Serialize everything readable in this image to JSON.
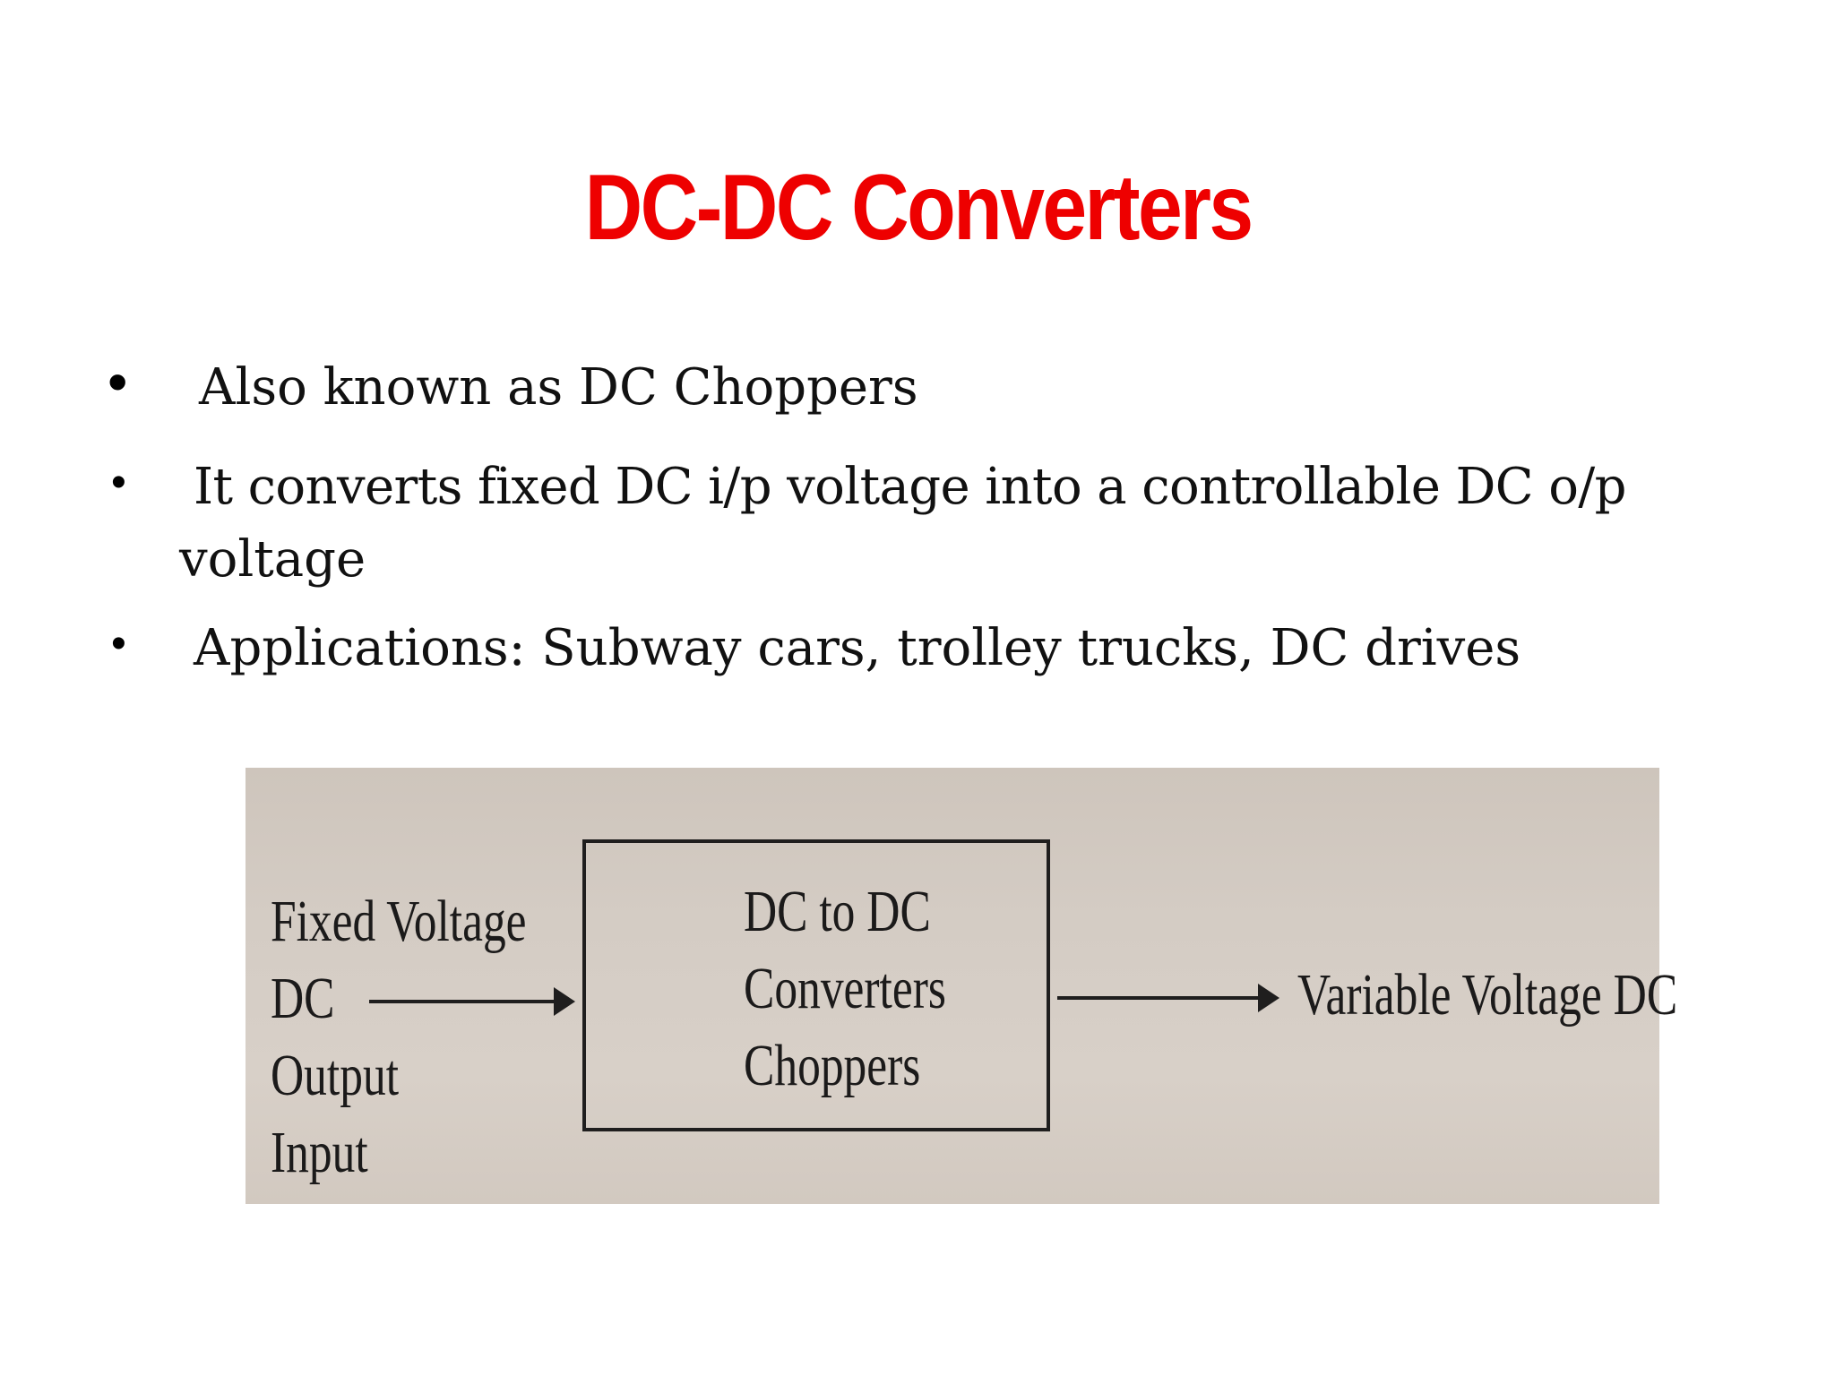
{
  "slide": {
    "title": "DC-DC Converters",
    "title_color": "#ee0000",
    "bullets": [
      "Also known as DC Choppers",
      "It converts fixed DC i/p voltage into a controllable DC o/p",
      "voltage",
      "Applications: Subway cars, trolley trucks, DC drives"
    ],
    "bullet_glyph": "•"
  },
  "diagram": {
    "input_labels": [
      "Fixed Voltage",
      "DC",
      "Output",
      "Input"
    ],
    "box_labels": [
      "DC to DC",
      "Converters",
      "Choppers"
    ],
    "output_label": "Variable Voltage DC",
    "background_color": "#d3cbc3"
  }
}
